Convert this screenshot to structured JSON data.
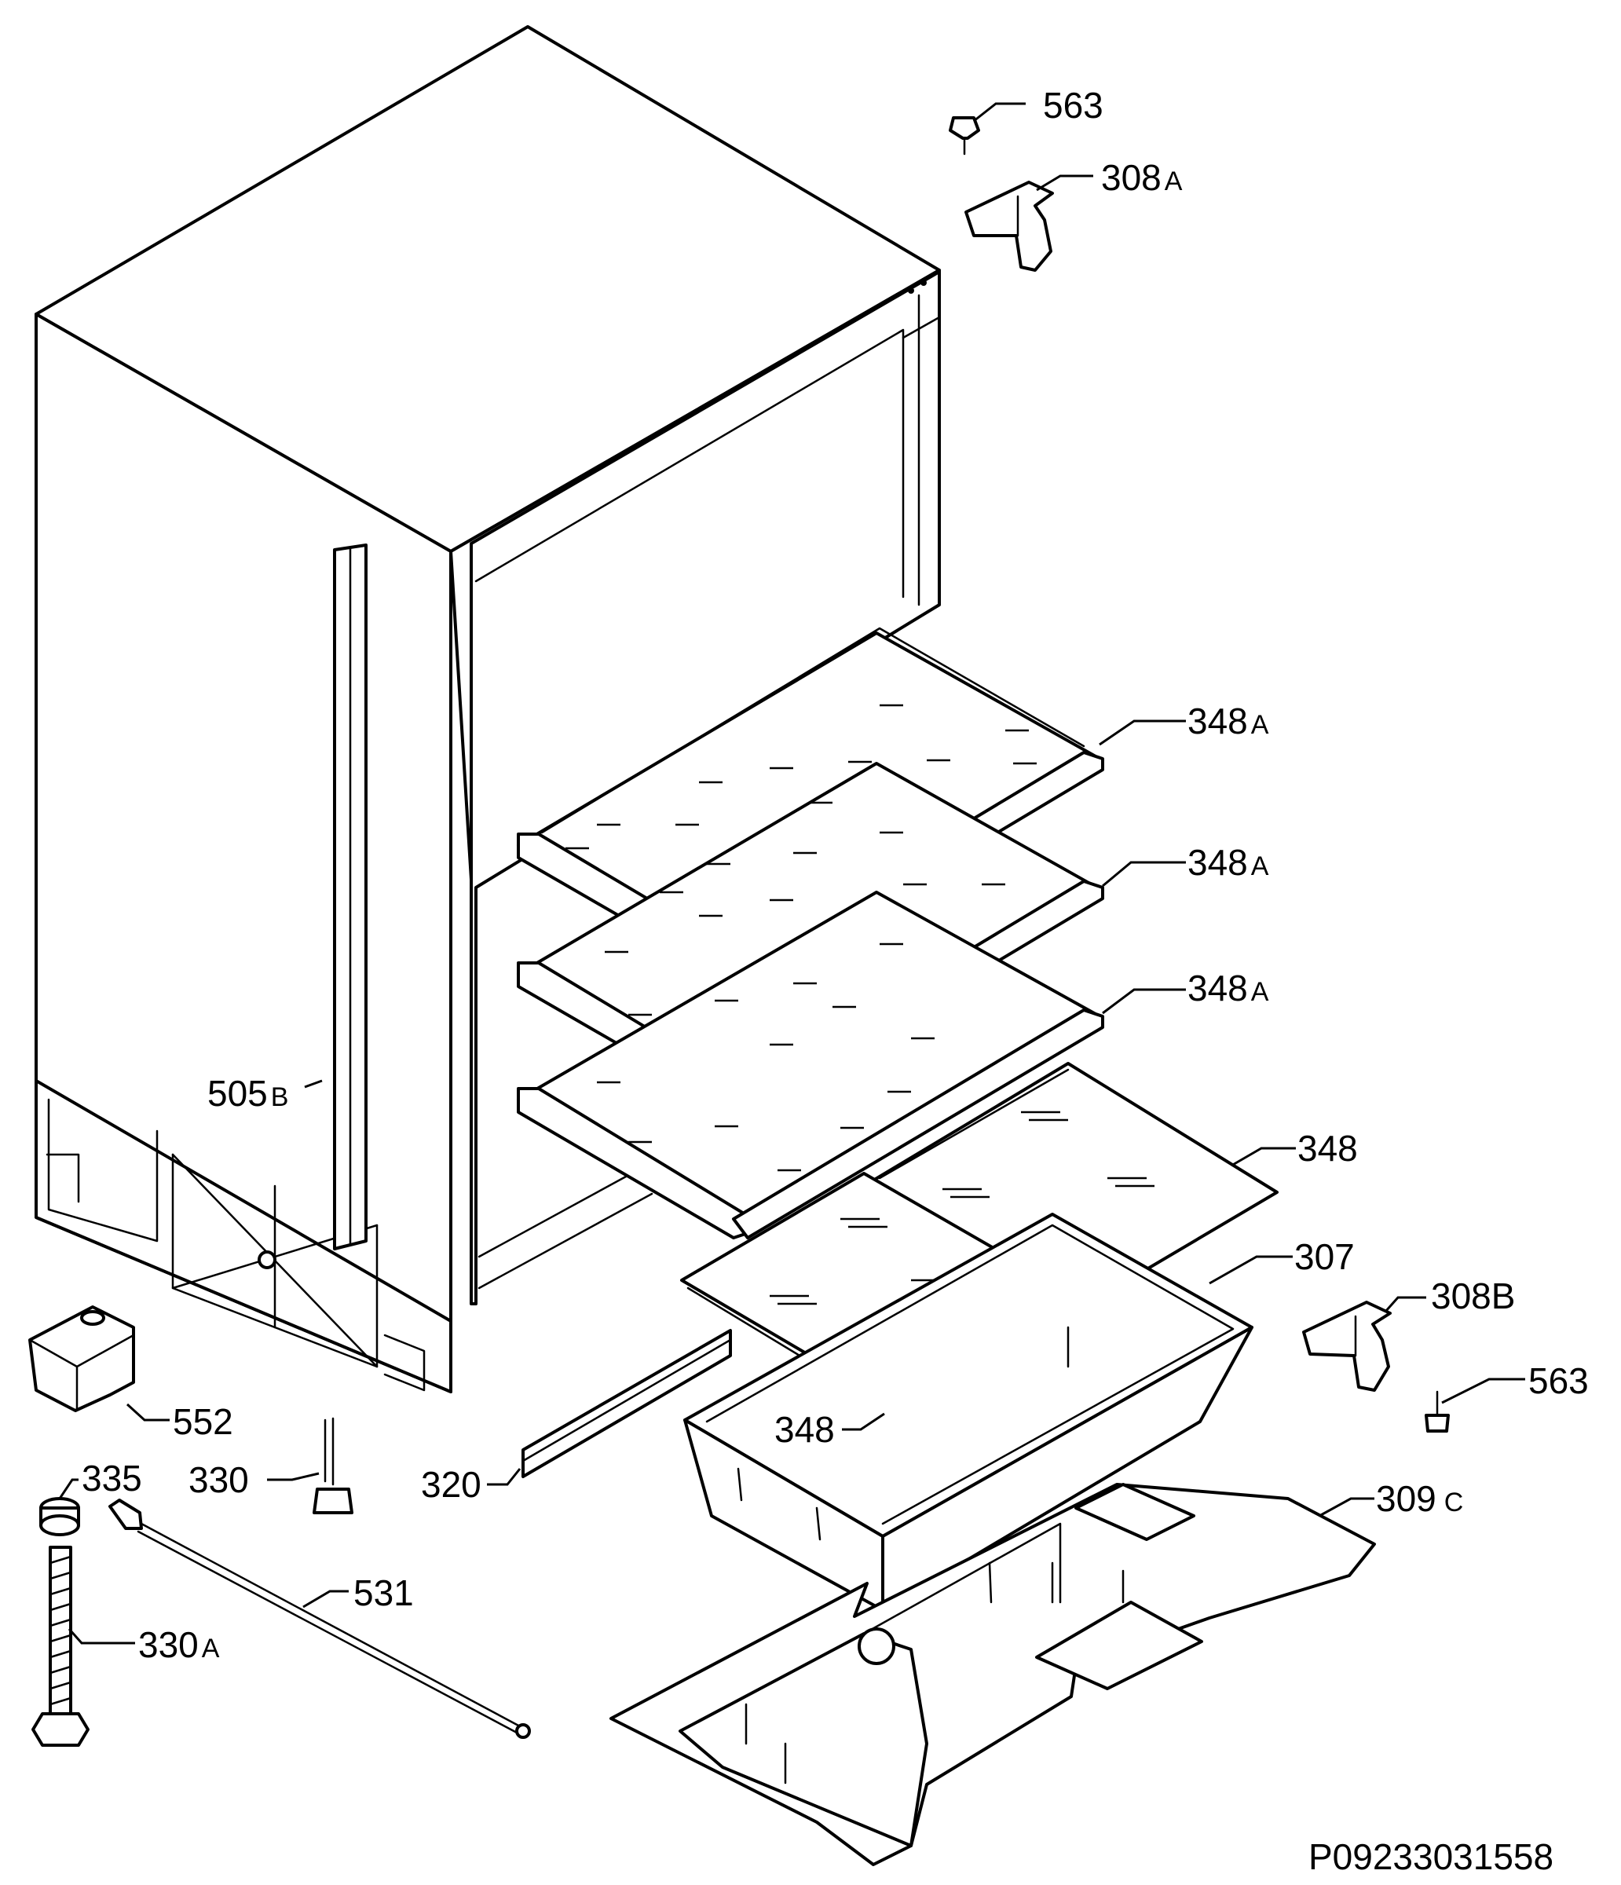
{
  "labels": {
    "p563_top": "563",
    "p308a": "308",
    "p308a_suffix": "A",
    "p348a_1": "348",
    "p348a_1_suffix": "A",
    "p348a_2": "348",
    "p348a_2_suffix": "A",
    "p348a_3": "348",
    "p348a_3_suffix": "A",
    "p348_upper": "348",
    "p307": "307",
    "p308b": "308B",
    "p563_bottom": "563",
    "p309c": "309",
    "p309c_suffix": "C",
    "p348_lower": "348",
    "p320": "320",
    "p505b": "505",
    "p505b_suffix": "B",
    "p552": "552",
    "p330": "330",
    "p335": "335",
    "p531": "531",
    "p330a": "330",
    "p330a_suffix": "A"
  },
  "drawing_code": "P09233031558",
  "colors": {
    "line": "#000000",
    "background": "#ffffff"
  }
}
